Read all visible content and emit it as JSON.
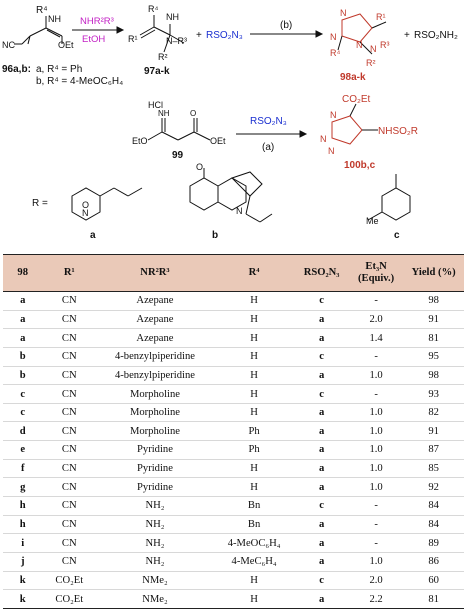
{
  "scheme": {
    "sm_label": "96a,b:",
    "sm_a": "a, R⁴ = Ph",
    "sm_b": "b, R⁴ = 4-MeOC₆H₄",
    "reagent_top": "NHR²R³",
    "reagent_bottom": "EtOH",
    "int_label": "97a-k",
    "plus": "+",
    "azide": "RSO₂N₃",
    "step_b": "(b)",
    "prod_label": "98a-k",
    "byproduct": "RSO₂NH₂",
    "hcl": "HCl",
    "amidine_label": "99",
    "step_a_reagent": "RSO₂N₃",
    "step_a": "(a)",
    "prod2_label": "100b,c",
    "prod2_ester": "CO₂Et",
    "prod2_sub": "NHSO₂R",
    "r_eq": "R =",
    "r_a": "a",
    "r_b": "b",
    "r_c": "c"
  },
  "table": {
    "headers": [
      "98",
      "R¹",
      "NR²R³",
      "R⁴",
      "RSO₂N₃",
      "Et₃N (Equiv.)",
      "Yield (%)"
    ],
    "rows": [
      [
        "a",
        "CN",
        "Azepane",
        "H",
        "c",
        "-",
        "98"
      ],
      [
        "a",
        "CN",
        "Azepane",
        "H",
        "a",
        "2.0",
        "91"
      ],
      [
        "a",
        "CN",
        "Azepane",
        "H",
        "a",
        "1.4",
        "81"
      ],
      [
        "b",
        "CN",
        "4-benzylpiperidine",
        "H",
        "c",
        "-",
        "95"
      ],
      [
        "b",
        "CN",
        "4-benzylpiperidine",
        "H",
        "a",
        "1.0",
        "98"
      ],
      [
        "c",
        "CN",
        "Morpholine",
        "H",
        "c",
        "-",
        "93"
      ],
      [
        "c",
        "CN",
        "Morpholine",
        "H",
        "a",
        "1.0",
        "82"
      ],
      [
        "d",
        "CN",
        "Morpholine",
        "Ph",
        "a",
        "1.0",
        "91"
      ],
      [
        "e",
        "CN",
        "Pyridine",
        "Ph",
        "a",
        "1.0",
        "87"
      ],
      [
        "f",
        "CN",
        "Pyridine",
        "H",
        "a",
        "1.0",
        "85"
      ],
      [
        "g",
        "CN",
        "Pyridine",
        "H",
        "a",
        "1.0",
        "92"
      ],
      [
        "h",
        "CN",
        "NH₂",
        "Bn",
        "c",
        "-",
        "84"
      ],
      [
        "h",
        "CN",
        "NH₂",
        "Bn",
        "a",
        "-",
        "84"
      ],
      [
        "i",
        "CN",
        "NH₂",
        "4-MeOC₆H₄",
        "a",
        "-",
        "89"
      ],
      [
        "j",
        "CN",
        "NH₂",
        "4-MeC₆H₄",
        "a",
        "1.0",
        "86"
      ],
      [
        "k",
        "CO₂Et",
        "NMe₂",
        "H",
        "c",
        "2.0",
        "60"
      ],
      [
        "k",
        "CO₂Et",
        "NMe₂",
        "H",
        "a",
        "2.2",
        "81"
      ]
    ]
  }
}
